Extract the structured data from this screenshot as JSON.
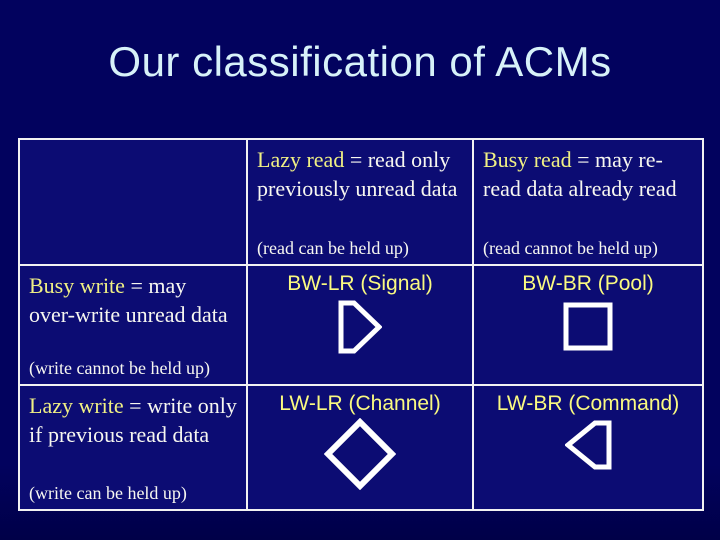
{
  "slide": {
    "title": "Our classification of ACMs"
  },
  "colors": {
    "background": "#02025e",
    "cell_background": "#0c0c73",
    "border": "#f2f2f2",
    "title_text": "#d7f1f9",
    "highlight_text": "#f0f084",
    "body_text": "#f7f7f0",
    "shape_label_text": "#fafa80",
    "shape_outline": "#ffffff"
  },
  "table": {
    "column_headers": [
      {
        "lead": "Lazy read",
        "rest": " = read only previously unread data",
        "note": "(read can be held up)"
      },
      {
        "lead": "Busy read",
        "rest": " = may re-read data already read",
        "note": "(read cannot be held up)"
      }
    ],
    "row_headers": [
      {
        "lead": "Busy write",
        "rest": " = may over-write unread data",
        "note": "(write cannot be held up)"
      },
      {
        "lead": "Lazy write",
        "rest": " = write only if previous read data",
        "note": "(write can be held up)"
      }
    ],
    "cells": {
      "bw_lr": {
        "label": "BW-LR (Signal)",
        "shape": "pentagon-right"
      },
      "bw_br": {
        "label": "BW-BR (Pool)",
        "shape": "square"
      },
      "lw_lr": {
        "label": "LW-LR (Channel)",
        "shape": "diamond"
      },
      "lw_br": {
        "label": "LW-BR (Command)",
        "shape": "pentagon-left"
      }
    }
  }
}
